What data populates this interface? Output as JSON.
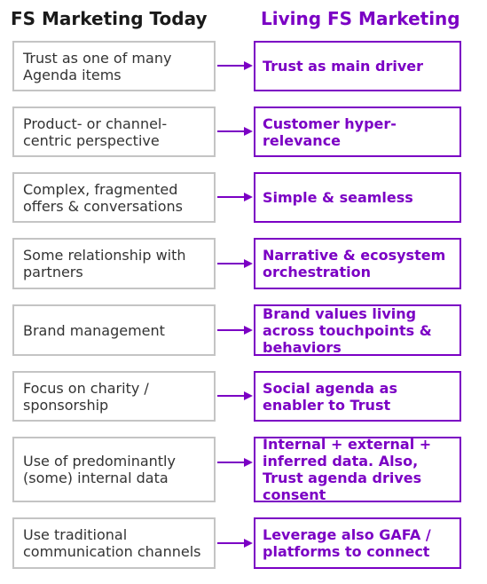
{
  "headers": {
    "left": "FS Marketing Today",
    "right": "Living FS Marketing"
  },
  "rows": [
    {
      "today": "Trust as one of many Agenda items",
      "living": "Trust as main driver"
    },
    {
      "today": "Product- or channel-centric perspective",
      "living": "Customer hyper-relevance"
    },
    {
      "today": "Complex, fragmented offers & conversations",
      "living": "Simple & seamless"
    },
    {
      "today": "Some relationship with partners",
      "living": "Narrative & ecosystem orchestration"
    },
    {
      "today": "Brand management",
      "living": "Brand values living across touchpoints & behaviors"
    },
    {
      "today": "Focus on charity / sponsorship",
      "living": "Social agenda as enabler to Trust"
    },
    {
      "today": "Use of predominantly (some) internal data",
      "living": "Internal + external + inferred data. Also, Trust agenda drives consent"
    },
    {
      "today": "Use traditional communication channels",
      "living": "Leverage also GAFA / platforms to connect"
    }
  ],
  "colors": {
    "accent": "#7b00c4",
    "left_border": "#c4c4c4",
    "left_text": "#333333"
  }
}
